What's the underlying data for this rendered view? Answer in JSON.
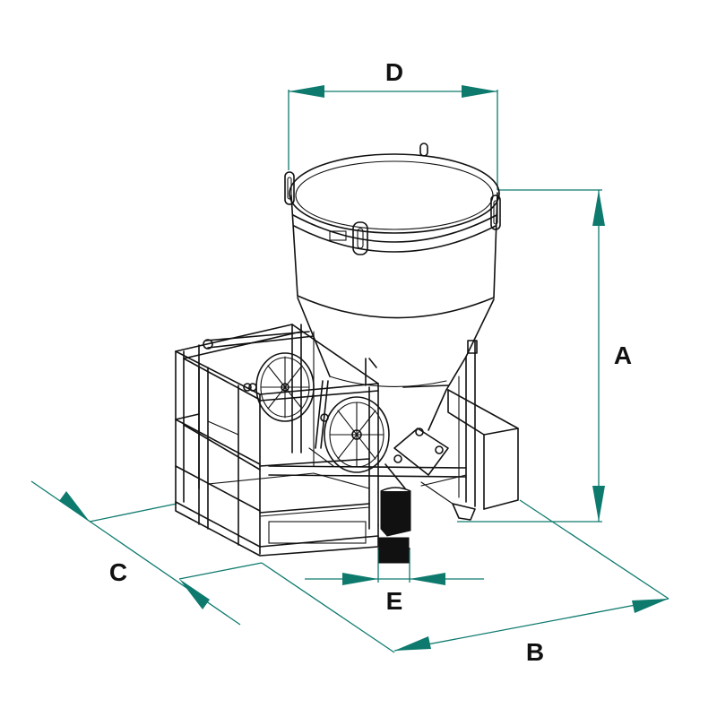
{
  "diagram": {
    "dimension_labels": {
      "a": "A",
      "b": "B",
      "c": "C",
      "d": "D",
      "e": "E"
    },
    "colors": {
      "dimension_lines": "#0e7a6e",
      "drawing_lines": "#111111",
      "background": "#ffffff"
    }
  }
}
